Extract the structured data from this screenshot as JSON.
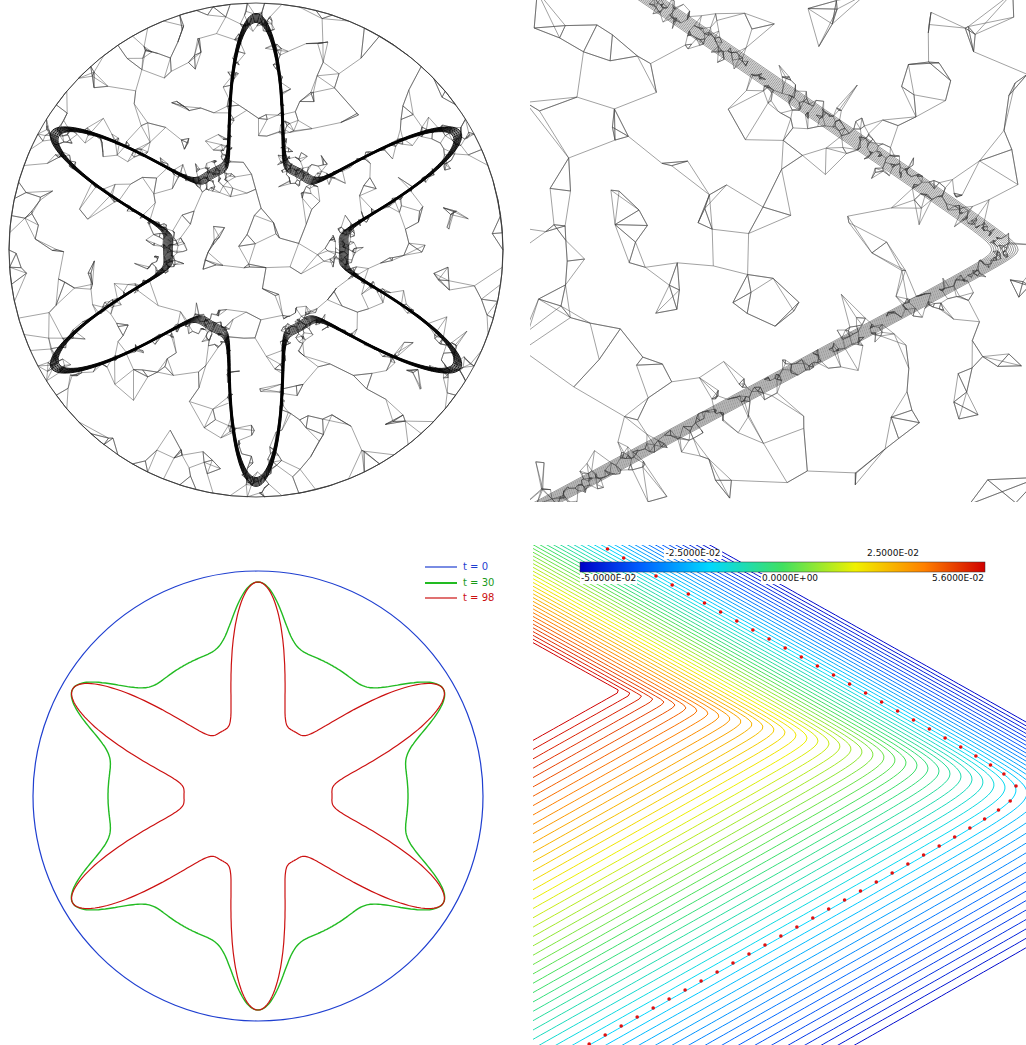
{
  "diagram": {
    "labels": [
      "-2.5000E-02",
      "2.5000E-02",
      "-5.0000E-02",
      "0.0000E+00",
      "5.6000E-02"
    ],
    "legend": [
      {
        "text": "t = 0"
      },
      {
        "text": "t = 30"
      },
      {
        "text": "t = 98"
      }
    ]
  }
}
